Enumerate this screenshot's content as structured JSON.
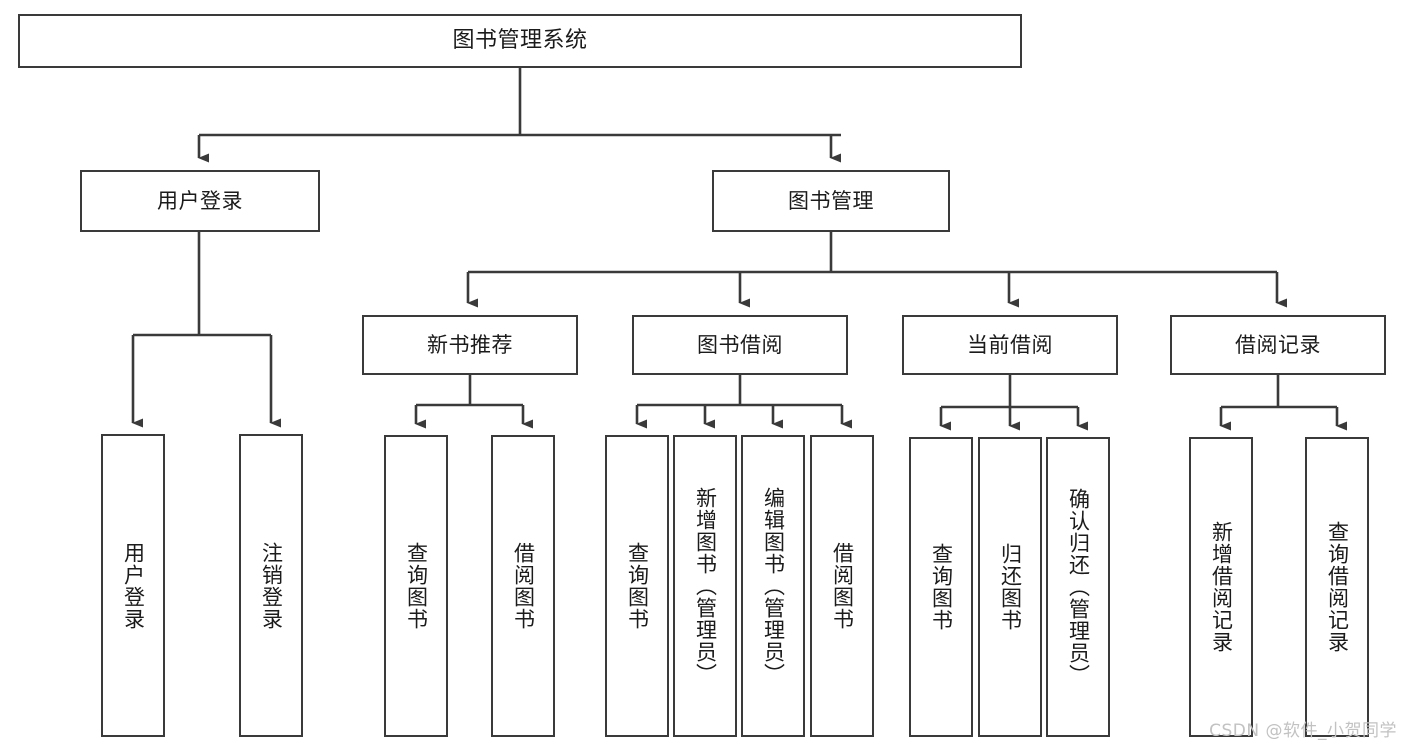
{
  "diagram": {
    "type": "tree",
    "title": "图书管理系统",
    "watermark": "CSDN @软件_小贺同学",
    "colors": {
      "stroke": "#3a3a3a",
      "fill": "#ffffff",
      "text": "#1b1b1b",
      "watermark": "#c2c2c2"
    },
    "nodes": {
      "root": {
        "label": "图书管理系统"
      },
      "level1": [
        {
          "id": "user-login",
          "label": "用户登录"
        },
        {
          "id": "book-manage",
          "label": "图书管理"
        }
      ],
      "level2": [
        {
          "id": "new-book-recommend",
          "label": "新书推荐"
        },
        {
          "id": "book-borrow",
          "label": "图书借阅"
        },
        {
          "id": "current-borrow",
          "label": "当前借阅"
        },
        {
          "id": "borrow-record",
          "label": "借阅记录"
        }
      ],
      "leaves": [
        {
          "id": "leaf-user-login",
          "label": "用户登录",
          "parent": "user-login"
        },
        {
          "id": "leaf-logout-login",
          "label": "注销登录",
          "parent": "user-login"
        },
        {
          "id": "leaf-query-book-1",
          "label": "查询图书",
          "parent": "new-book-recommend"
        },
        {
          "id": "leaf-borrow-book-1",
          "label": "借阅图书",
          "parent": "new-book-recommend"
        },
        {
          "id": "leaf-query-book-2",
          "label": "查询图书",
          "parent": "book-borrow"
        },
        {
          "id": "leaf-add-book",
          "label": "新增图书（管理员）",
          "parent": "book-borrow"
        },
        {
          "id": "leaf-edit-book",
          "label": "编辑图书（管理员）",
          "parent": "book-borrow"
        },
        {
          "id": "leaf-borrow-book-2",
          "label": "借阅图书",
          "parent": "book-borrow"
        },
        {
          "id": "leaf-query-book-3",
          "label": "查询图书",
          "parent": "current-borrow"
        },
        {
          "id": "leaf-return-book",
          "label": "归还图书",
          "parent": "current-borrow"
        },
        {
          "id": "leaf-confirm-return",
          "label": "确认归还（管理员）",
          "parent": "current-borrow"
        },
        {
          "id": "leaf-add-record",
          "label": "新增借阅记录",
          "parent": "borrow-record"
        },
        {
          "id": "leaf-query-record",
          "label": "查询借阅记录",
          "parent": "borrow-record"
        }
      ]
    }
  }
}
